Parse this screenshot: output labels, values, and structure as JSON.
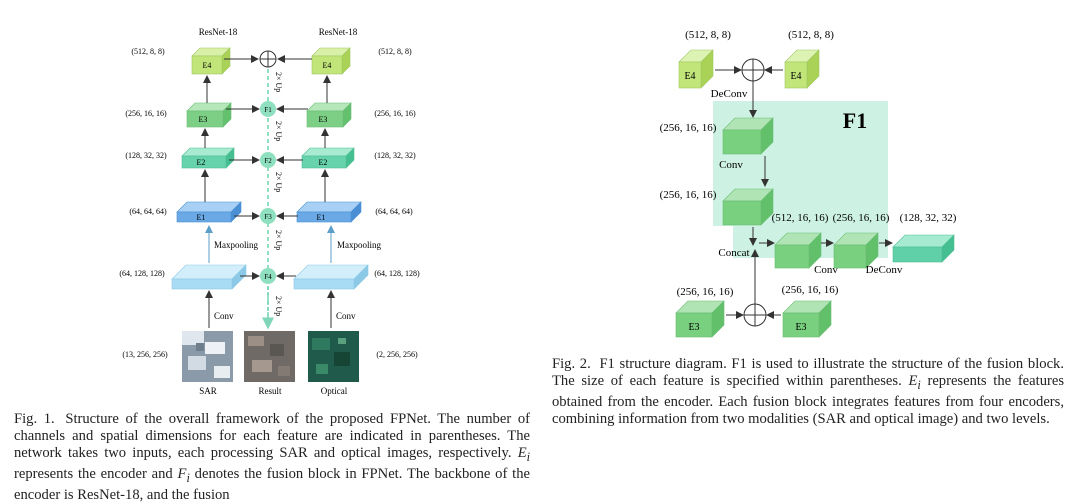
{
  "figure1": {
    "backbone_left": "ResNet-18",
    "backbone_right": "ResNet-18",
    "encoders": [
      "E4",
      "E3",
      "E2",
      "E1"
    ],
    "fusion_blocks": [
      "F1",
      "F2",
      "F3",
      "F4"
    ],
    "up_label": "2× Up",
    "maxpooling_label": "Maxpooling",
    "conv_label": "Conv",
    "dims_left": [
      "(512, 8, 8)",
      "(256, 16, 16)",
      "(128, 32, 32)",
      "(64, 64, 64)",
      "(64, 128, 128)",
      "(13, 256, 256)"
    ],
    "dims_right": [
      "(512, 8, 8)",
      "(256, 16, 16)",
      "(128, 32, 32)",
      "(64, 64, 64)",
      "(64, 128, 128)",
      "(2, 256, 256)"
    ],
    "image_labels": [
      "SAR",
      "Result",
      "Optical"
    ],
    "caption_head": "Fig. 1.",
    "caption_pre": "Structure of the overall framework of the proposed FPNet. The number of channels and spatial dimensions for each feature are indicated in parentheses. The network takes two inputs, each processing SAR and optical images, respectively.",
    "caption_e": "E",
    "caption_mid": "represents the encoder and",
    "caption_f": "F",
    "caption_i": "i",
    "caption_post": "denotes the fusion block in FPNet. The backbone of the encoder is ResNet-18, and the fusion"
  },
  "figure2": {
    "title": "F1",
    "e4": "E4",
    "e3": "E3",
    "dim_512_8": "(512, 8, 8)",
    "dim_256_16": "(256, 16, 16)",
    "dim_512_16": "(512, 16, 16)",
    "dim_128_32": "(128, 32, 32)",
    "deconv": "DeConv",
    "conv": "Conv",
    "concat": "Concat",
    "caption_head": "Fig. 2.",
    "caption_pre": "F1 structure diagram. F1 is used to illustrate the structure of the fusion block. The size of each feature is specified within parentheses.",
    "caption_e": "E",
    "caption_i": "i",
    "caption_post": "represents the features obtained from the encoder. Each fusion block integrates features from four encoders, combining information from two modalities (SAR and optical image) and two levels."
  },
  "colors": {
    "e4": "#c2e57a",
    "e3": "#7dcf86",
    "e2": "#66d3ad",
    "e1": "#6aa9e6",
    "e0": "#a8dcf4",
    "fusion_node": "#8fe0c0",
    "f1_region": "#cdf2e3",
    "fig2_green": "#79d07e",
    "fig2_teal": "#5fd0a8"
  }
}
